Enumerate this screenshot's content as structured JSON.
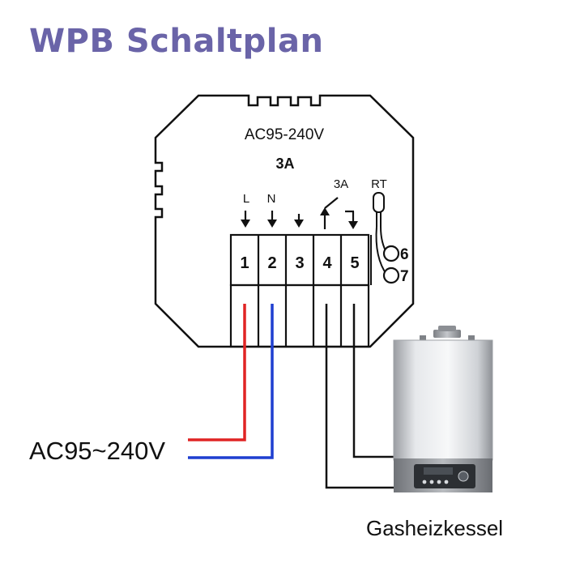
{
  "title": "WPB Schaltplan",
  "colors": {
    "title": "#6a64a8",
    "live_wire": "#e02424",
    "neutral_wire": "#1f3fd0",
    "outline": "#111111",
    "supply_text": "#e02424"
  },
  "module": {
    "voltage_rating": "AC95-240V",
    "current_rating": "3A"
  },
  "terminals": [
    {
      "number": "1",
      "label": "L"
    },
    {
      "number": "2",
      "label": "N"
    },
    {
      "number": "3",
      "label": ""
    },
    {
      "number": "4",
      "label": ""
    },
    {
      "number": "5",
      "label": ""
    }
  ],
  "relay_label": "3A",
  "sensor": {
    "label": "RT",
    "terminals": [
      "6",
      "7"
    ]
  },
  "supply_label": "AC95~240V",
  "boiler": {
    "label": "Gasheizkessel",
    "display_icon": "boiler-display"
  }
}
